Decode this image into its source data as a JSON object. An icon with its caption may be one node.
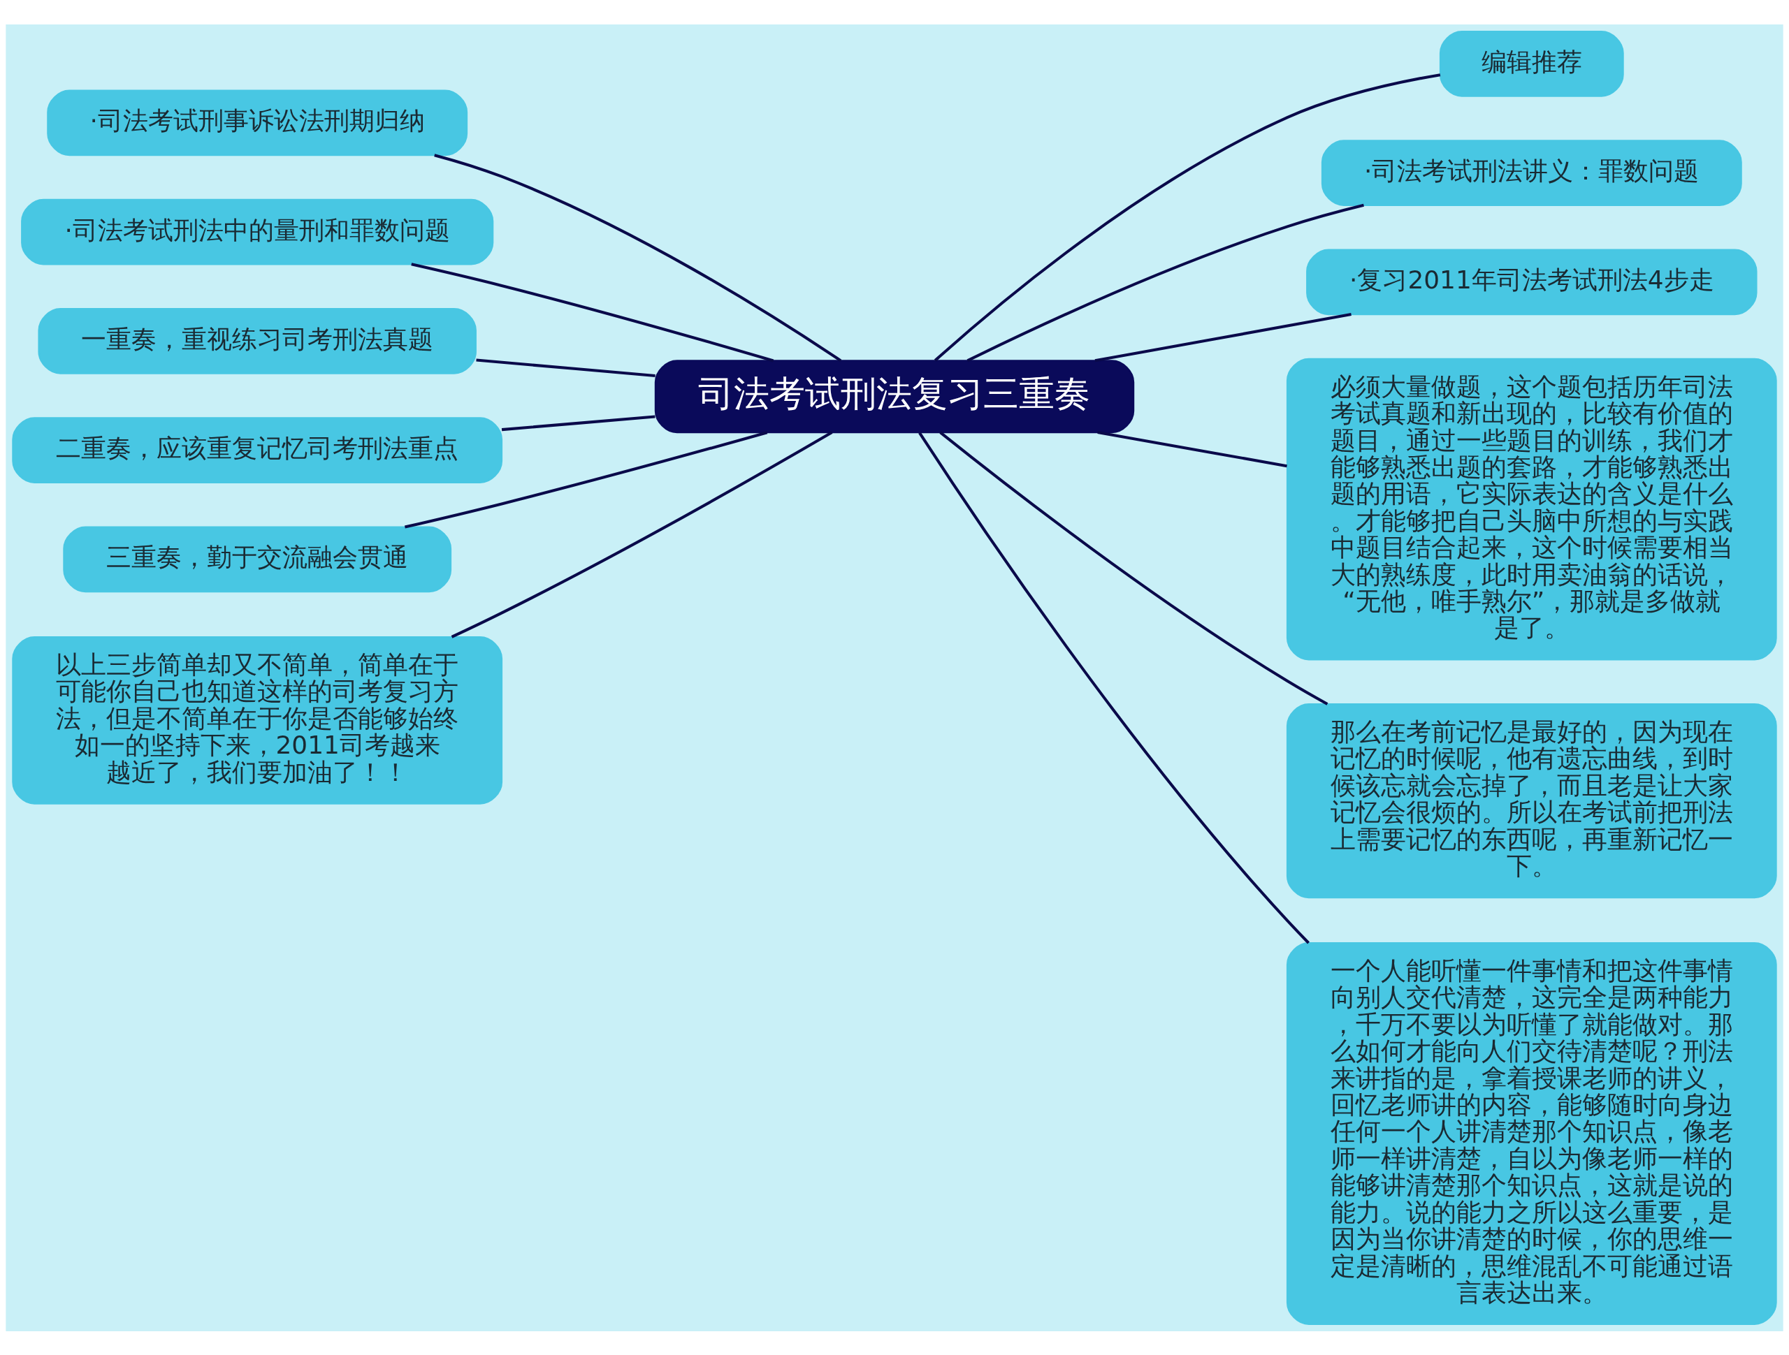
{
  "diagram": {
    "nodes": [
      {
        "text": [
          "司法考试刑法复习三重奏"
        ]
      },
      {
        "text": [
          "编辑推荐"
        ]
      },
      {
        "text": [
          "·司法考试刑法讲义：罪数问题"
        ]
      },
      {
        "text": [
          "·复习2011年司法考试刑法4步走"
        ]
      },
      {
        "text": [
          "必须大量做题，这个题包括历年司法考试真题和新出现的，比较有价值的题目，通过一些题目的训练，我们才能够熟悉出题的套路，才能够熟悉出题的用语，它实际表达的含义是什么。才能够把自己头脑中所想的与实践中题目结合起来，这个时候需要相当大的熟练度，此时用卖油翁的话说，“无他，唯手熟尔”，那就是多做就是了。"
        ]
      },
      {
        "text": [
          "那么在考前记忆是最好的，因为现在记忆的时候呢，他有遗忘曲线，到时候该忘就会忘掉了，而且老是让大家记忆会很烦的。所以在考试前把刑法上需要记忆的东西呢，再重新记忆一下。"
        ]
      },
      {
        "text": [
          "一个人能听懂一件事情和把这件事情向别人交代清楚，这完全是两种能力，千万不要以为听懂了就能做对。那么如何才能向人们交待清楚呢？刑法来讲指的是，拿着授课老师的讲义，回忆老师讲的内容，能够随时向身边任何一个人讲清楚那个知识点，像老师一样讲清楚，自以为像老师一样的能够讲清楚那个知识点，这就是说的能力。说的能力之所以这么重要，是因为当你讲清楚的时候，你的思维一定是清晰的，思维混乱不可能通过语言表达出来。"
        ]
      },
      {
        "text": [
          "·司法考试刑事诉讼法刑期归纳"
        ]
      },
      {
        "text": [
          "·司法考试刑法中的量刑和罪数问题"
        ]
      },
      {
        "text": [
          "一重奏，重视练习司考刑法真题"
        ]
      },
      {
        "text": [
          "二重奏，应该重复记忆司考刑法重点"
        ]
      },
      {
        "text": [
          "三重奏，勤于交流融会贯通"
        ]
      },
      {
        "text": [
          "以上三步简单却又不简单，简单在于可能你自己也知道这样的司考复习方法，但是不简单在于你是否能够始终如一的坚持下来，2011司考越来越近了，我们要加油了！！"
        ]
      }
    ],
    "edges": [
      {
        "from": 0,
        "to": 1,
        "arrow": "none"
      },
      {
        "from": 0,
        "to": 2,
        "arrow": "none"
      },
      {
        "from": 0,
        "to": 3,
        "arrow": "none"
      },
      {
        "from": 0,
        "to": 4,
        "arrow": "none"
      },
      {
        "from": 0,
        "to": 5,
        "arrow": "none"
      },
      {
        "from": 0,
        "to": 6,
        "arrow": "none"
      },
      {
        "from": 0,
        "to": 7,
        "arrow": "none"
      },
      {
        "from": 0,
        "to": 8,
        "arrow": "none"
      },
      {
        "from": 0,
        "to": 9,
        "arrow": "none"
      },
      {
        "from": 0,
        "to": 10,
        "arrow": "none"
      },
      {
        "from": 0,
        "to": 11,
        "arrow": "none"
      },
      {
        "from": 0,
        "to": 12,
        "arrow": "none"
      }
    ]
  }
}
